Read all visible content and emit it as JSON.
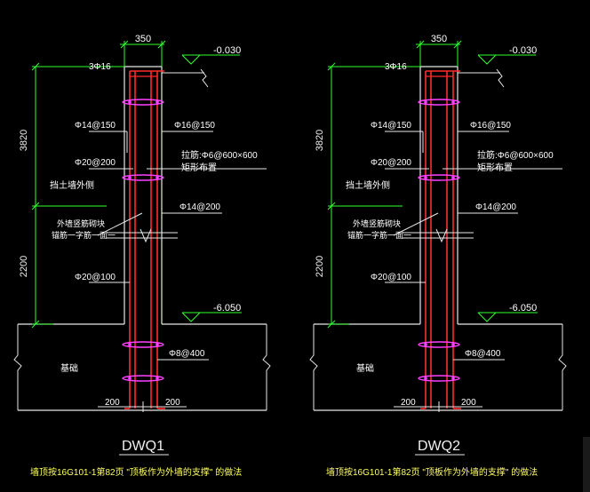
{
  "details": [
    {
      "width_dim": "350",
      "top_level": "-0.030",
      "top_bars": "3Φ16",
      "left_vert": "Φ14@150",
      "right_vert": "Φ16@150",
      "left_horz": "Φ20@200",
      "tie_bar": "拉筋:Φ6@600×600",
      "tie_layout": "矩形布置",
      "soil_label": "挡土墙外侧",
      "right_lower": "Φ14@200",
      "wp_line1": "外墙竖筋砌块",
      "wp_line2": "锚筋一字筋一面一",
      "left_lower": "Φ20@100",
      "height_upper": "3820",
      "height_lower": "2200",
      "bottom_level": "-6.050",
      "stirrup": "Φ8@400",
      "foundation": "基础",
      "dim_left": "200",
      "dim_right": "200",
      "title": "DWQ1",
      "note": "墙顶按16G101-1第82页 \"顶板作为外墙的支撑\" 的做法"
    },
    {
      "width_dim": "350",
      "top_level": "-0.030",
      "top_bars": "3Φ16",
      "left_vert": "Φ14@150",
      "right_vert": "Φ16@150",
      "left_horz": "Φ20@200",
      "tie_bar": "拉筋:Φ6@600×600",
      "tie_layout": "矩形布置",
      "soil_label": "挡土墙外侧",
      "right_lower": "Φ14@200",
      "wp_line1": "外墙竖筋砌块",
      "wp_line2": "锚筋一字筋一面一",
      "left_lower": "Φ20@100",
      "height_upper": "3820",
      "height_lower": "2200",
      "bottom_level": "-6.050",
      "stirrup": "Φ8@400",
      "foundation": "基础",
      "dim_left": "200",
      "dim_right": "200",
      "title": "DWQ2",
      "note": "墙顶按16G101-1第82页 \"顶板作为外墙的支撑\" 的做法"
    }
  ]
}
